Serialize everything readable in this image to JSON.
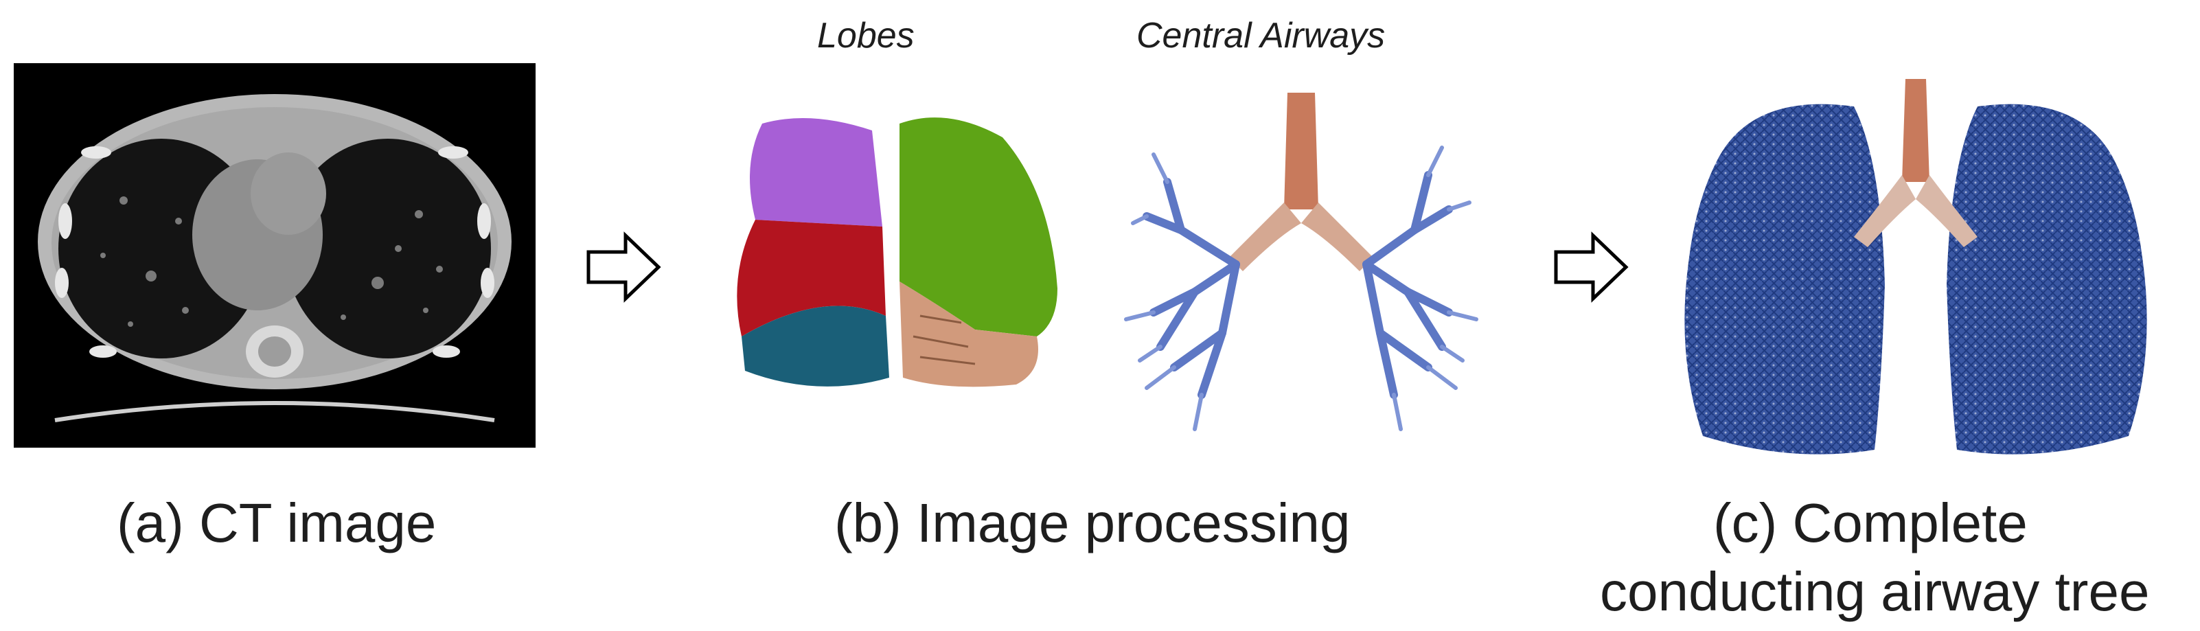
{
  "panels": {
    "a": {
      "caption": "(a) CT image"
    },
    "b": {
      "caption": "(b) Image processing",
      "label_lobes": "Lobes",
      "label_airways": "Central Airways"
    },
    "c": {
      "caption_line1": "(c) Complete",
      "caption_line2": "conducting airway tree"
    }
  },
  "icons": {
    "arrow1": "right-arrow-icon",
    "arrow2": "right-arrow-icon"
  },
  "colors": {
    "lobe_upper_left": "#a75fd6",
    "lobe_middle_left": "#b3141f",
    "lobe_lower_left": "#1a5f78",
    "lobe_right": "#5ea416",
    "lobe_right_lower": "#d19a7c",
    "airway_trachea": "#c87a5c",
    "airway_branch": "#5d77c4",
    "airway_tree": "#2c4a94"
  }
}
